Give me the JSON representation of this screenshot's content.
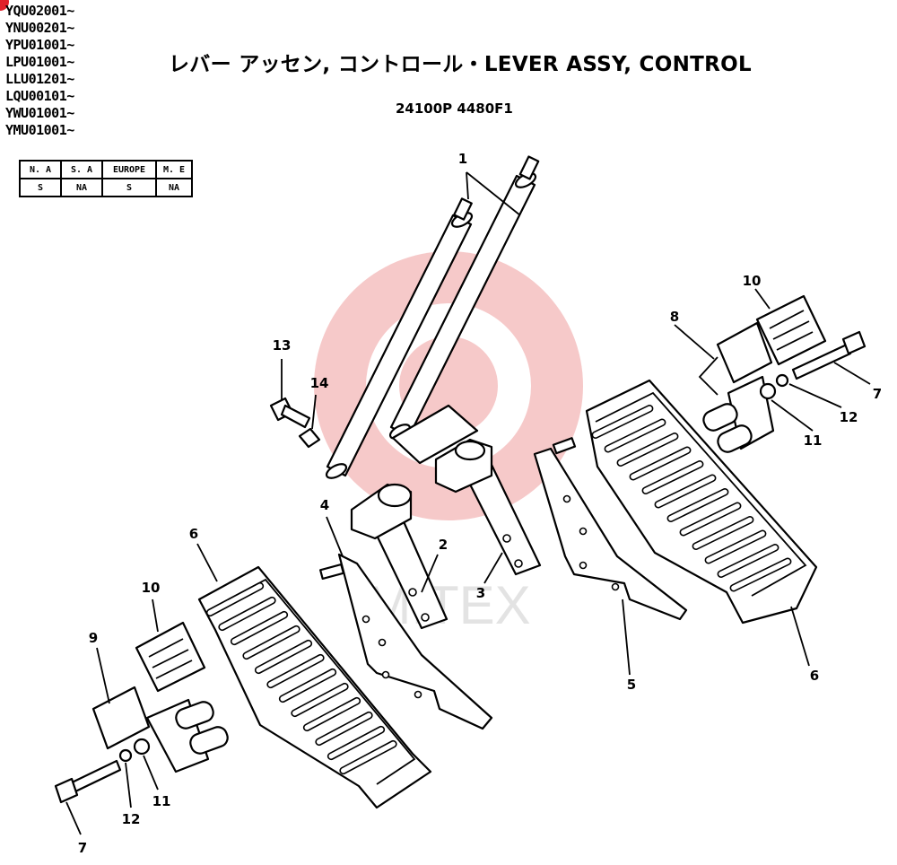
{
  "serials": [
    "YQU02001~",
    "YNU00201~",
    "YPU01001~",
    "LPU01001~",
    "LLU01201~",
    "LQU00101~",
    "YWU01001~",
    "YMU01001~"
  ],
  "title": "レバー アッセン, コントロール・LEVER ASSY, CONTROL",
  "part_code": "24100P 4480F1",
  "region_table": {
    "headers": [
      "N. A",
      "S. A",
      "EUROPE",
      "M. E"
    ],
    "values": [
      "S",
      "NA",
      "S",
      "NA"
    ]
  },
  "callouts": {
    "c1": "1",
    "c2": "2",
    "c3": "3",
    "c4": "4",
    "c5": "5",
    "c6a": "6",
    "c6b": "6",
    "c7a": "7",
    "c7b": "7",
    "c8": "8",
    "c9": "9",
    "c10a": "10",
    "c10b": "10",
    "c11a": "11",
    "c11b": "11",
    "c12a": "12",
    "c12b": "12",
    "c13": "13",
    "c14": "14"
  },
  "watermark": "MITEX",
  "colors": {
    "watermark_logo": "#f6c9c9",
    "marker": "#e0202a"
  }
}
